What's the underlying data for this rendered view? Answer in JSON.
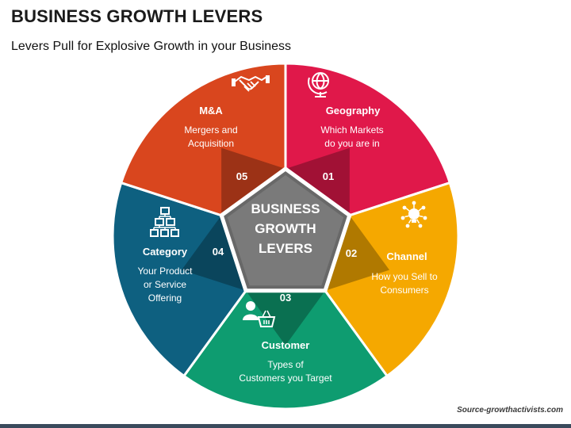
{
  "title": "BUSINESS GROWTH LEVERS",
  "subtitle": "Levers Pull for Explosive Growth in your Business",
  "center": {
    "lines": [
      "BUSINESS",
      "GROWTH",
      "LEVERS"
    ]
  },
  "segments": [
    {
      "number": "01",
      "name": "Geography",
      "desc": [
        "Which Markets",
        "do you are in"
      ],
      "color": "#e0184a",
      "icon": "globe-icon"
    },
    {
      "number": "02",
      "name": "Channel",
      "desc": [
        "How you Sell to",
        "Consumers"
      ],
      "color": "#f5a800",
      "icon": "lightbulb-network-icon"
    },
    {
      "number": "03",
      "name": "Customer",
      "desc": [
        "Types of",
        "Customers you Target"
      ],
      "color": "#0e9c70",
      "icon": "customer-basket-icon"
    },
    {
      "number": "04",
      "name": "Category",
      "desc": [
        "Your Product",
        "or Service",
        "Offering"
      ],
      "color": "#0e6080",
      "icon": "hierarchy-icon"
    },
    {
      "number": "05",
      "name": "M&A",
      "desc": [
        "Mergers and",
        "Acquisition"
      ],
      "color": "#d9461e",
      "icon": "handshake-icon"
    }
  ],
  "center_color": "#7a7a7a",
  "source": "Source-growthactivists.com"
}
